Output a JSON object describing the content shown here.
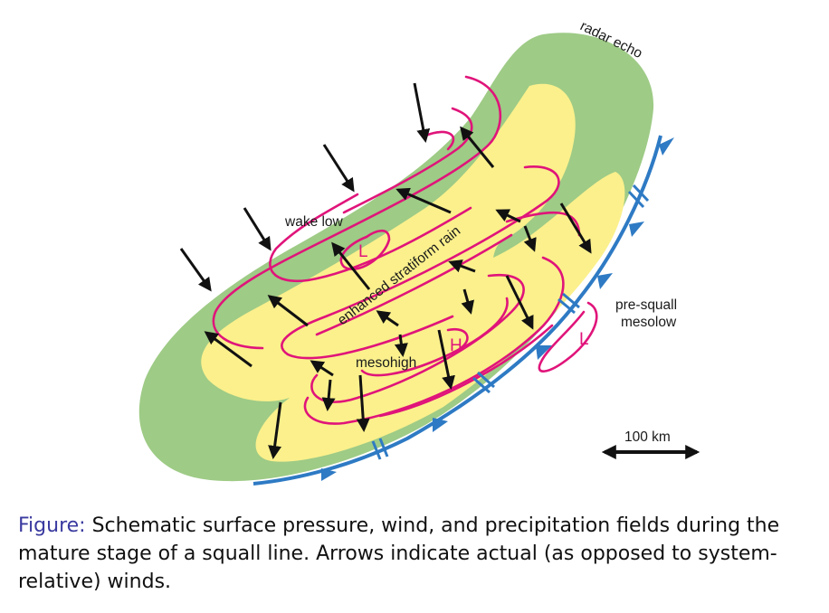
{
  "diagram": {
    "labels": {
      "radar_echo": "radar echo",
      "wake_low": "wake low",
      "enhanced_stratiform_rain": "enhanced stratiform rain",
      "mesohigh": "mesohigh",
      "pre_squall_line1": "pre-squall",
      "pre_squall_line2": "mesolow",
      "low_wake": "L",
      "low_presquall": "L",
      "high": "H",
      "scale": "100 km"
    },
    "colors": {
      "radar_echo_fill": "#9ecb86",
      "stratiform_fill": "#fbf08c",
      "isobar": "#e0147a",
      "front": "#2e7ac4",
      "arrow": "#111111"
    }
  },
  "caption": {
    "lead": "Figure:",
    "text": "Schematic surface pressure, wind, and precipitation fields during the mature stage of a squall line. Arrows indicate actual (as opposed to system-relative) winds."
  }
}
